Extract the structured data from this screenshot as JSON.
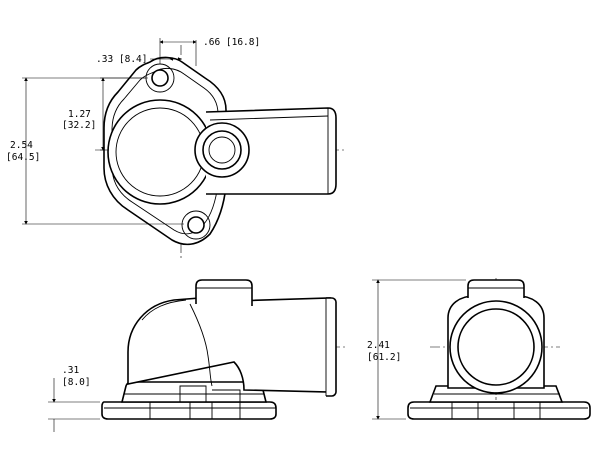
{
  "dimensions": {
    "width_small": ".33 [8.4]",
    "width_large": ".66 [16.8]",
    "height_half_in": "1.27",
    "height_half_mm": "[32.2]",
    "height_full_in": "2.54",
    "height_full_mm": "[64.5]",
    "flange_in": ".31",
    "flange_mm": "[8.0]",
    "end_height_in": "2.41",
    "end_height_mm": "[61.2]"
  }
}
